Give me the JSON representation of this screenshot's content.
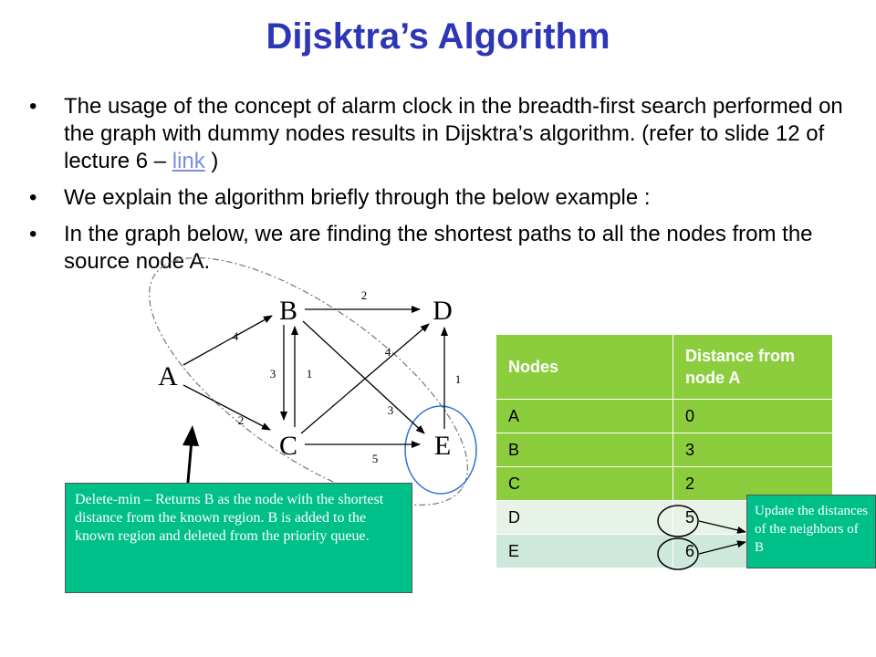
{
  "title": "Dijsktra’s Algorithm",
  "bullets": {
    "b1_text": "The usage of the concept of alarm clock in the breadth-first search performed on the graph with dummy nodes results in Dijsktra’s algorithm. (refer to slide 12 of lecture 6 – ",
    "b1_link": "link",
    "b1_tail": " )",
    "b2": "We explain the algorithm briefly through the below example :",
    "b3": "In the graph below, we are finding the shortest paths to all the nodes from the source node A."
  },
  "graph": {
    "nodes": {
      "A": "A",
      "B": "B",
      "C": "C",
      "D": "D",
      "E": "E"
    },
    "weights": {
      "ab": "4",
      "ac": "2",
      "bc": "3",
      "cb": "1",
      "bd": "2",
      "be": "4",
      "cd": "3",
      "ce": "5",
      "ed": "1"
    }
  },
  "table": {
    "headers": [
      "Nodes",
      "Distance from node A"
    ],
    "rows": [
      [
        "A",
        "0"
      ],
      [
        "B",
        "3"
      ],
      [
        "C",
        "2"
      ],
      [
        "D",
        "5"
      ],
      [
        "E",
        "6"
      ]
    ]
  },
  "callouts": {
    "main": "Delete-min – Returns B as the node with the shortest distance from the known region. B is added to the known region and deleted from the priority queue.",
    "side": "Update the distances of the neighbors of B"
  },
  "colors": {
    "title": "#2e36b8",
    "table_green": "#8ccd3e",
    "callout": "#00c08a",
    "highlight_circle": "#2a73d8"
  }
}
